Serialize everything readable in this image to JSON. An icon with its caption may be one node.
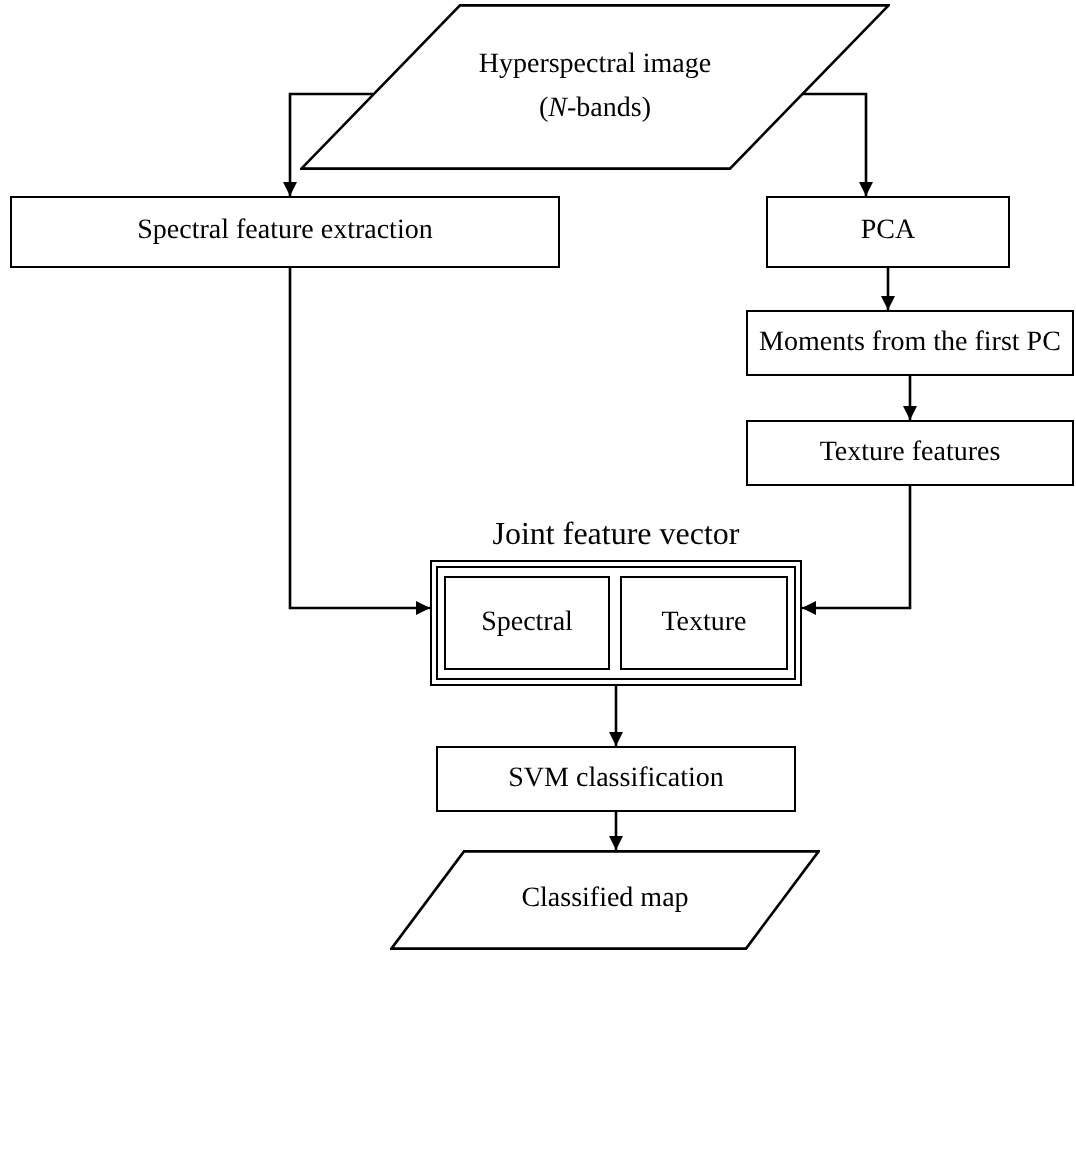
{
  "diagram": {
    "nodes": [
      {
        "text": [
          "Hyperspectral image (*N*-bands)"
        ]
      },
      {
        "text": [
          "Spectral feature extraction"
        ]
      },
      {
        "text": [
          "PCA"
        ]
      },
      {
        "text": [
          "Moments from the first PC"
        ]
      },
      {
        "text": [
          "Texture features"
        ]
      },
      {
        "text": [
          "Joint feature vector"
        ]
      },
      {
        "text": [
          "Spectral"
        ],
        "in": 5
      },
      {
        "text": [
          "Texture"
        ],
        "in": 5
      },
      {
        "text": [
          "SVM classification"
        ]
      },
      {
        "text": [
          "Classified map"
        ]
      }
    ],
    "edges": [
      {
        "from": 0,
        "to": 1,
        "arrow": "to"
      },
      {
        "from": 0,
        "to": 2,
        "arrow": "to"
      },
      {
        "from": 2,
        "to": 3,
        "arrow": "to"
      },
      {
        "from": 3,
        "to": 4,
        "arrow": "to"
      },
      {
        "from": 1,
        "to": 5,
        "arrow": "to"
      },
      {
        "from": 4,
        "to": 5,
        "arrow": "to"
      },
      {
        "from": 5,
        "to": 8,
        "arrow": "to"
      },
      {
        "from": 8,
        "to": 9,
        "arrow": "to"
      }
    ]
  }
}
